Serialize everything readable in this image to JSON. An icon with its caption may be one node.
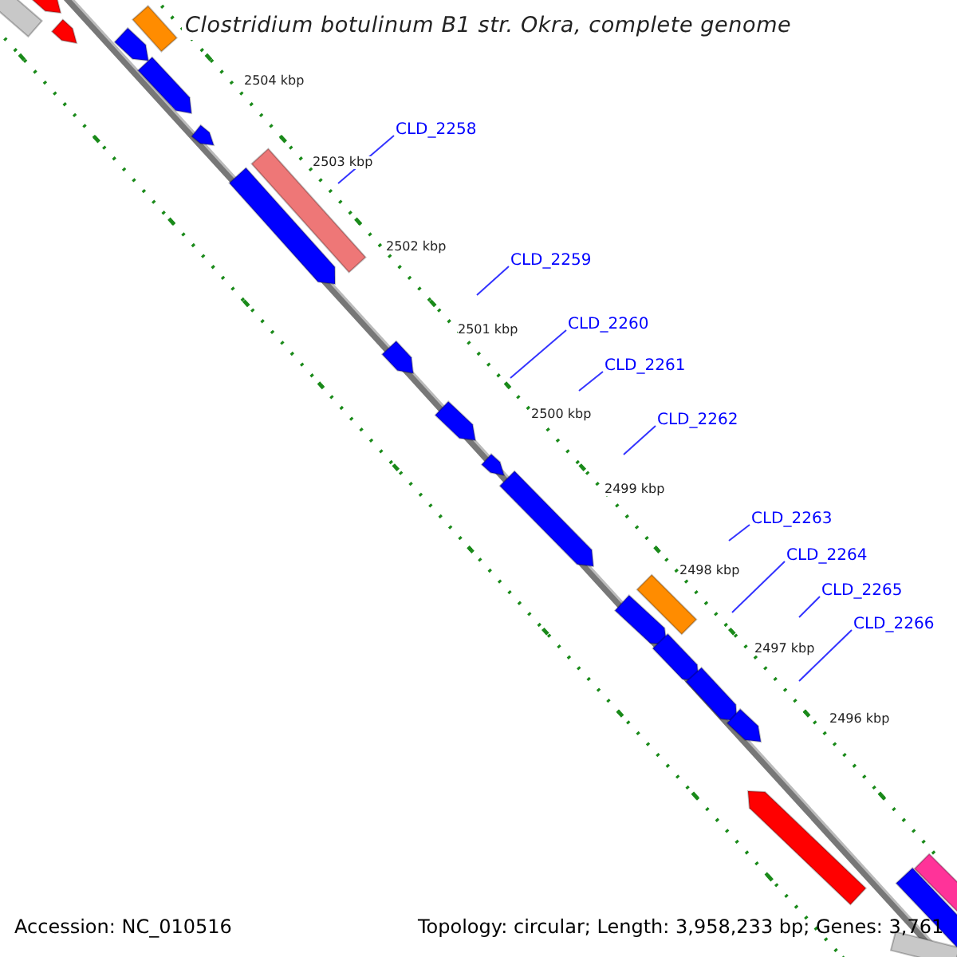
{
  "diagram": {
    "title": "Clostridium botulinum B1 str. Okra, complete genome",
    "nodes": [
      {
        "text": [
          "CLD_2258"
        ]
      },
      {
        "text": [
          "CLD_2259"
        ]
      },
      {
        "text": [
          "CLD_2260"
        ]
      },
      {
        "text": [
          "CLD_2261"
        ]
      },
      {
        "text": [
          "CLD_2262"
        ]
      },
      {
        "text": [
          "CLD_2263"
        ]
      },
      {
        "text": [
          "CLD_2264"
        ]
      },
      {
        "text": [
          "CLD_2265"
        ]
      },
      {
        "text": [
          "CLD_2266"
        ]
      }
    ],
    "edges": [
      {
        "from": 0,
        "to": null,
        "arrow": "none"
      },
      {
        "from": 1,
        "to": null,
        "arrow": "none"
      },
      {
        "from": 2,
        "to": null,
        "arrow": "none"
      },
      {
        "from": 3,
        "to": null,
        "arrow": "none"
      },
      {
        "from": 4,
        "to": null,
        "arrow": "none"
      },
      {
        "from": 5,
        "to": null,
        "arrow": "none"
      },
      {
        "from": 6,
        "to": null,
        "arrow": "none"
      },
      {
        "from": 7,
        "to": null,
        "arrow": "none"
      },
      {
        "from": 8,
        "to": null,
        "arrow": "none"
      }
    ],
    "labels": [
      "2504 kbp",
      "2503 kbp",
      "2502 kbp",
      "2501 kbp",
      "2500 kbp",
      "2499 kbp",
      "2498 kbp",
      "2497 kbp",
      "2496 kbp",
      "Accession: NC_010516",
      "Topology: circular; Length: 3,958,233 bp; Genes: 3,761"
    ]
  }
}
